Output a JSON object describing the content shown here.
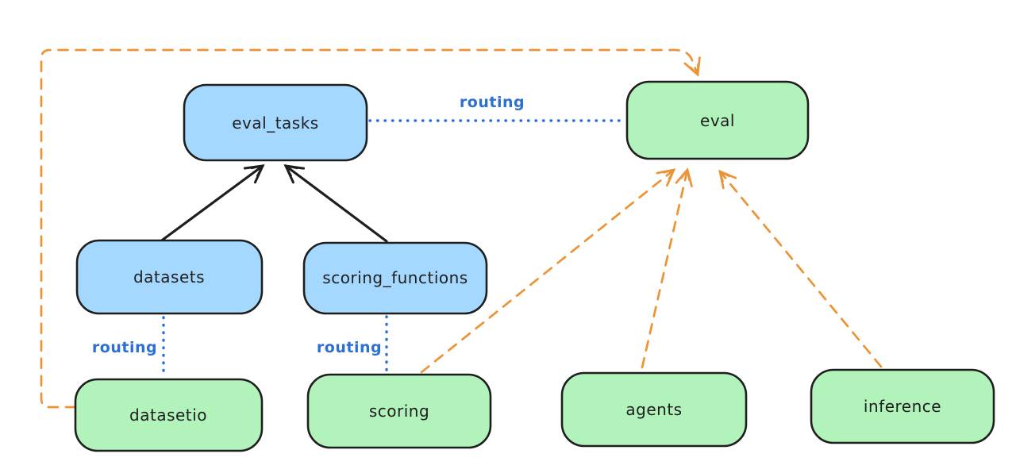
{
  "diagram": {
    "nodes": {
      "eval_tasks": {
        "label": "eval_tasks",
        "fill": "#a5d8ff"
      },
      "eval": {
        "label": "eval",
        "fill": "#b2f2bb"
      },
      "datasets": {
        "label": "datasets",
        "fill": "#a5d8ff"
      },
      "scoring_functions": {
        "label": "scoring_functions",
        "fill": "#a5d8ff"
      },
      "datasetio": {
        "label": "datasetio",
        "fill": "#b2f2bb"
      },
      "scoring": {
        "label": "scoring",
        "fill": "#b2f2bb"
      },
      "agents": {
        "label": "agents",
        "fill": "#b2f2bb"
      },
      "inference": {
        "label": "inference",
        "fill": "#b2f2bb"
      }
    },
    "edge_labels": {
      "routing": "routing"
    },
    "colors": {
      "node_stroke": "#1e1e1e",
      "blue_fill": "#a5d8ff",
      "green_fill": "#b2f2bb",
      "routing_blue": "#2e6fd3",
      "arrow_black": "#1e1e1e",
      "arrow_orange": "#ec9435",
      "background": "#ffffff"
    }
  }
}
